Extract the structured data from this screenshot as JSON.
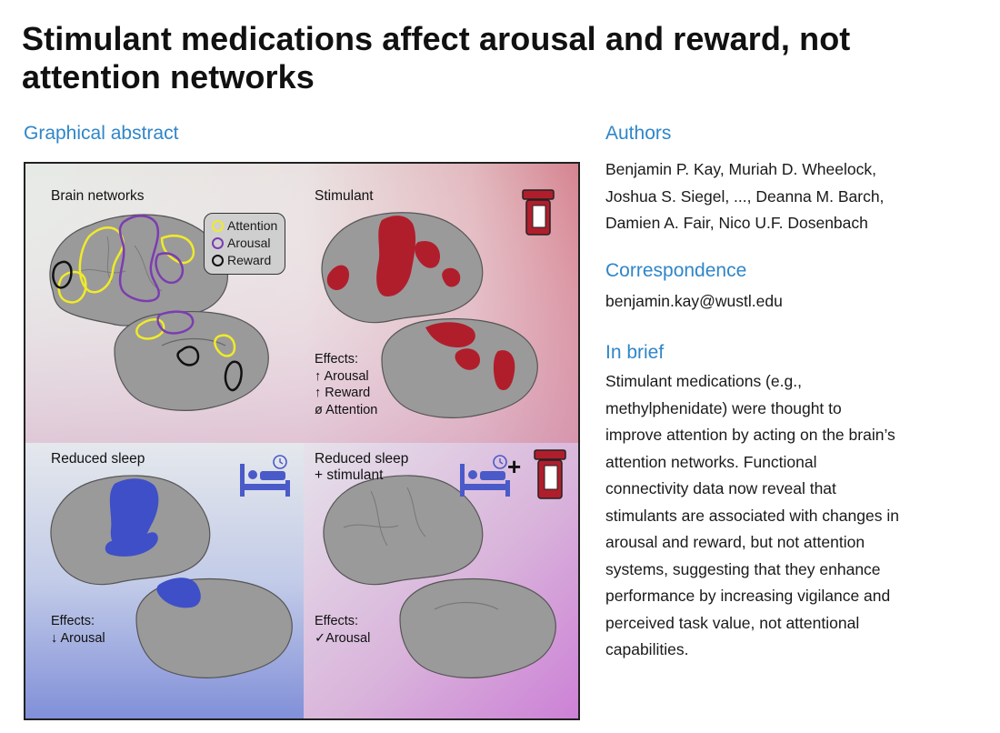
{
  "title": "Stimulant medications affect arousal and reward, not attention networks",
  "graphical_abstract": {
    "heading": "Graphical abstract",
    "panels": {
      "brain_networks": {
        "label": "Brain networks",
        "legend": [
          {
            "label": "Attention",
            "color": "#f0ea2a"
          },
          {
            "label": "Arousal",
            "color": "#7b3db0"
          },
          {
            "label": "Reward",
            "color": "#111111"
          }
        ]
      },
      "stimulant": {
        "label": "Stimulant",
        "effects": [
          "Effects:",
          "↑ Arousal",
          "↑ Reward",
          "ø Attention"
        ],
        "icon": "pill-bottle-icon"
      },
      "reduced_sleep": {
        "label": "Reduced sleep",
        "effects": [
          "Effects:",
          "↓ Arousal"
        ],
        "icon": "bed-clock-icon"
      },
      "reduced_sleep_stimulant": {
        "label_line1": "Reduced sleep",
        "label_line2": "+ stimulant",
        "effects": [
          "Effects:",
          "✓Arousal"
        ],
        "icon": "bed-clock-plus-pill-icon",
        "plus": "+"
      }
    },
    "colors": {
      "stimulant_region": "#b01e2c",
      "sleep_region": "#3f4fc8",
      "brain_fill": "#9a9a9a",
      "heading": "#2f86c8"
    }
  },
  "authors": {
    "heading": "Authors",
    "lines": [
      "Benjamin P. Kay, Muriah D. Wheelock,",
      "Joshua S. Siegel, ..., Deanna M. Barch,",
      "Damien A. Fair, Nico U.F. Dosenbach"
    ]
  },
  "correspondence": {
    "heading": "Correspondence",
    "email": "benjamin.kay@wustl.edu"
  },
  "in_brief": {
    "heading": "In brief",
    "lines": [
      "Stimulant medications (e.g.,",
      "methylphenidate) were thought to",
      "improve attention by acting on the brain’s",
      "attention networks. Functional",
      "connectivity data now reveal that",
      "stimulants are associated with changes in",
      "arousal and reward, but not attention",
      "systems, suggesting that they enhance",
      "performance by increasing vigilance and",
      "perceived task value, not attentional",
      "capabilities."
    ]
  }
}
